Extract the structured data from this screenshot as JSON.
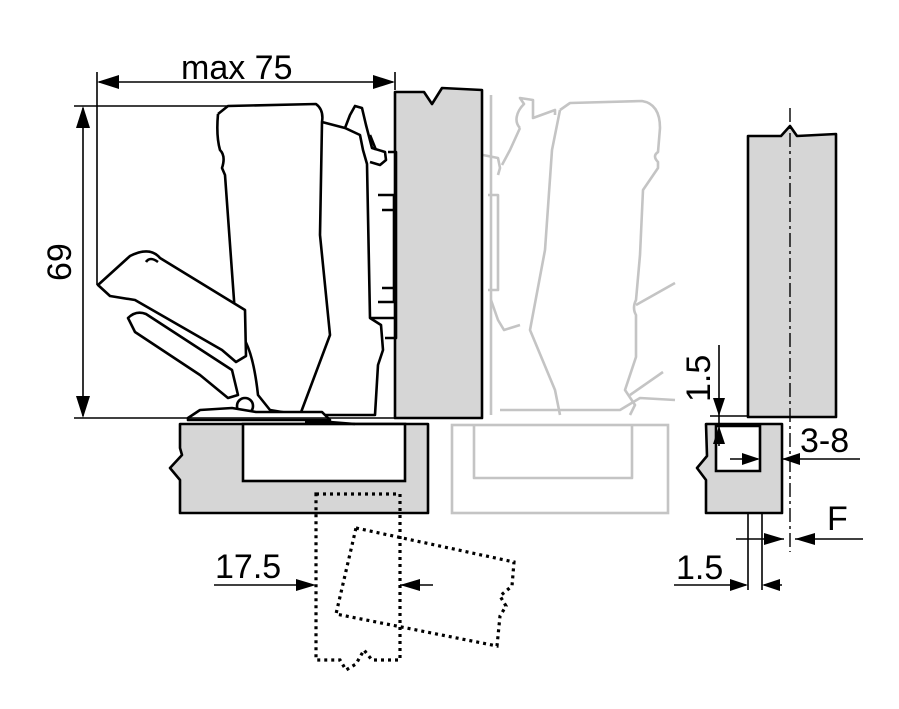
{
  "dimensions": {
    "max_width": "max 75",
    "height": "69",
    "offset": "17.5",
    "gap_vertical": "1.5",
    "overlay_range": "3-8",
    "clearance_label": "F",
    "gap_horizontal": "1.5"
  },
  "colors": {
    "panel_fill": "#d6d6d6",
    "ghost_stroke": "#c4c4c4",
    "line": "#000000"
  }
}
